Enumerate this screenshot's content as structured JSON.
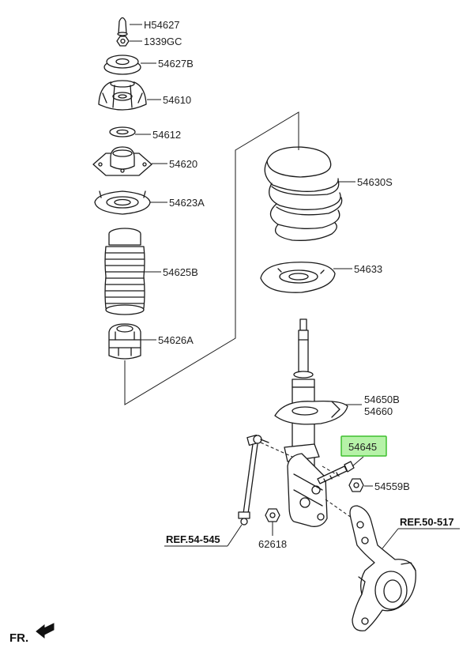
{
  "labels": {
    "h54627": "H54627",
    "p1339gc": "1339GC",
    "p54627b": "54627B",
    "p54610": "54610",
    "p54612": "54612",
    "p54620": "54620",
    "p54623a": "54623A",
    "p54625b": "54625B",
    "p54626a": "54626A",
    "p54630s": "54630S",
    "p54633": "54633",
    "p54650b": "54650B",
    "p54660": "54660",
    "p54645": "54645",
    "p54559b": "54559B",
    "p62618": "62618",
    "ref54545": "REF.54-545",
    "ref50517": "REF.50-517",
    "fr": "FR."
  },
  "colors": {
    "highlight_fill": "#b6f2a8",
    "highlight_border": "#3fbf2f",
    "line": "#1a1a1a"
  }
}
